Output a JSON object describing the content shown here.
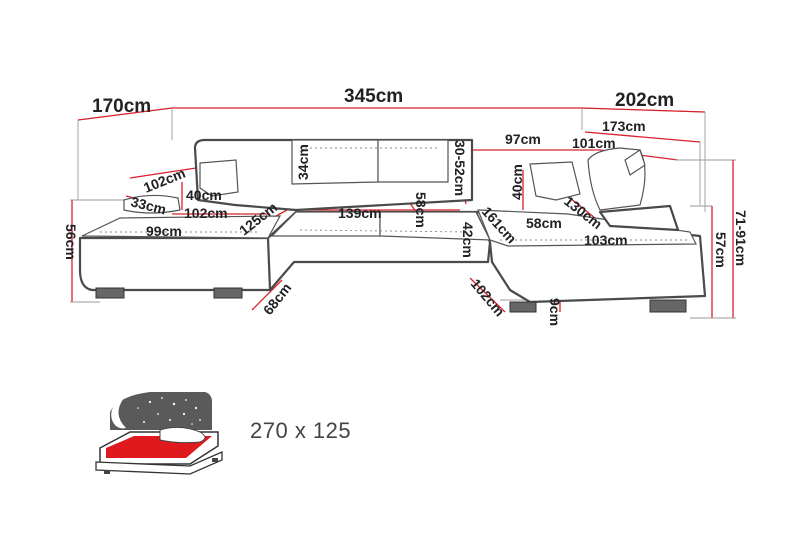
{
  "dimensions": {
    "left_depth": "170cm",
    "total_width": "345cm",
    "right_depth": "202cm",
    "right_depth_inner": "173cm",
    "right_seat_depth": "101cm",
    "right_back_width": "97cm",
    "left_pillow_width": "102cm",
    "left_pillow_small": "40cm",
    "left_armrest": "33cm",
    "left_seat_width": "102cm",
    "left_diagonal": "125cm",
    "left_seat_depth": "99cm",
    "backrest_height": "34cm",
    "center_seat_width": "139cm",
    "center_seat_depth": "58cm",
    "headrest_range": "30-52cm",
    "right_pillow": "40cm",
    "right_diagonal": "161cm",
    "right_seat_width": "58cm",
    "right_chaise": "130cm",
    "right_chaise_width": "103cm",
    "seat_height_center": "42cm",
    "seat_height_left": "56cm",
    "seat_height_right": "57cm",
    "total_height_range": "71-91cm",
    "left_foot_depth": "68cm",
    "right_foot_depth": "102cm",
    "leg_height": "9cm"
  },
  "bed": {
    "size_label": "270 x 125"
  },
  "colors": {
    "dimension_line": "#d8202c",
    "outline": "#4a4a4a",
    "bed_area": "#e0191e"
  }
}
